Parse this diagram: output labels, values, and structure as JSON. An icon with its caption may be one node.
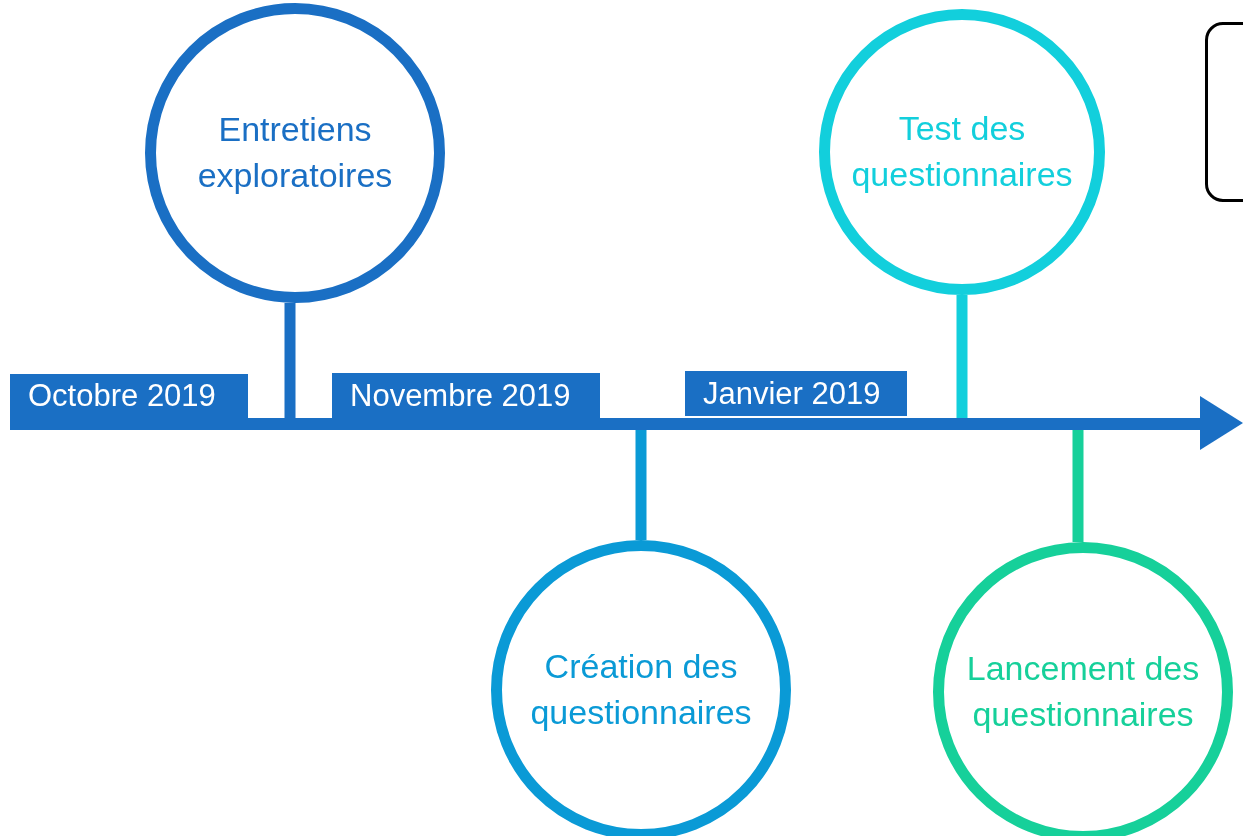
{
  "diagram": {
    "nodes": [
      {
        "text": [
          "Entretiens exploratoires"
        ]
      },
      {
        "text": [
          "Création des questionnaires"
        ]
      },
      {
        "text": [
          "Test des questionnaires"
        ]
      },
      {
        "text": [
          "Lancement des questionnaires"
        ]
      },
      {
        "text": [],
        "shape": "box"
      }
    ],
    "edges": [
      {
        "from": 0,
        "to": null,
        "arrow": "none",
        "color": "#1a6fc4"
      },
      {
        "from": 1,
        "to": null,
        "arrow": "none",
        "color": "#0a9ad6"
      },
      {
        "from": 2,
        "to": null,
        "arrow": "none",
        "color": "#12cfdc"
      },
      {
        "from": 3,
        "to": null,
        "arrow": "none",
        "color": "#16d09a"
      }
    ],
    "labels": [
      "Octobre 2019",
      "Novembre 2019",
      "Janvier 2019"
    ]
  }
}
